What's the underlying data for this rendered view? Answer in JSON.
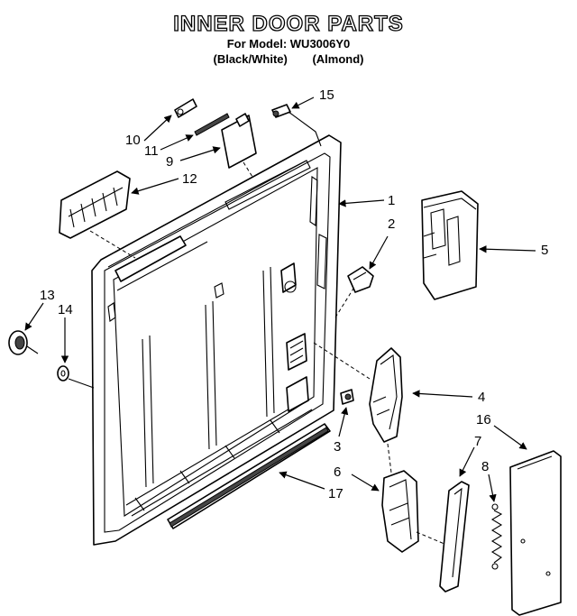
{
  "header": {
    "title": "INNER DOOR PARTS",
    "subtitle": "For Model: WU3006Y0",
    "variant_1": "(Black/White)",
    "variant_2": "(Almond)"
  },
  "callouts": [
    "1",
    "2",
    "3",
    "4",
    "5",
    "6",
    "7",
    "8",
    "9",
    "10",
    "11",
    "12",
    "13",
    "14",
    "15",
    "16",
    "17"
  ]
}
